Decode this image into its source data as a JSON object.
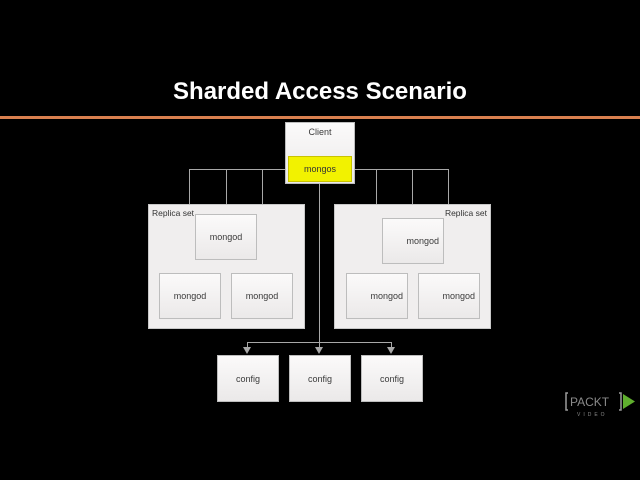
{
  "slide": {
    "title": "Sharded Access Scenario",
    "accent_color": "#d9804f",
    "background_color": "#000000"
  },
  "diagram": {
    "client": {
      "label": "Client",
      "router_label": "mongos",
      "router_color": "#f2f200"
    },
    "replica_sets": [
      {
        "label": "Replica set",
        "members": [
          "mongod",
          "mongod",
          "mongod"
        ]
      },
      {
        "label": "Replica set",
        "members": [
          "mongod",
          "mongod",
          "mongod"
        ]
      }
    ],
    "config_servers": [
      "config",
      "config",
      "config"
    ]
  },
  "branding": {
    "logo_text": "PACKT",
    "logo_subtext": "VIDEO"
  }
}
